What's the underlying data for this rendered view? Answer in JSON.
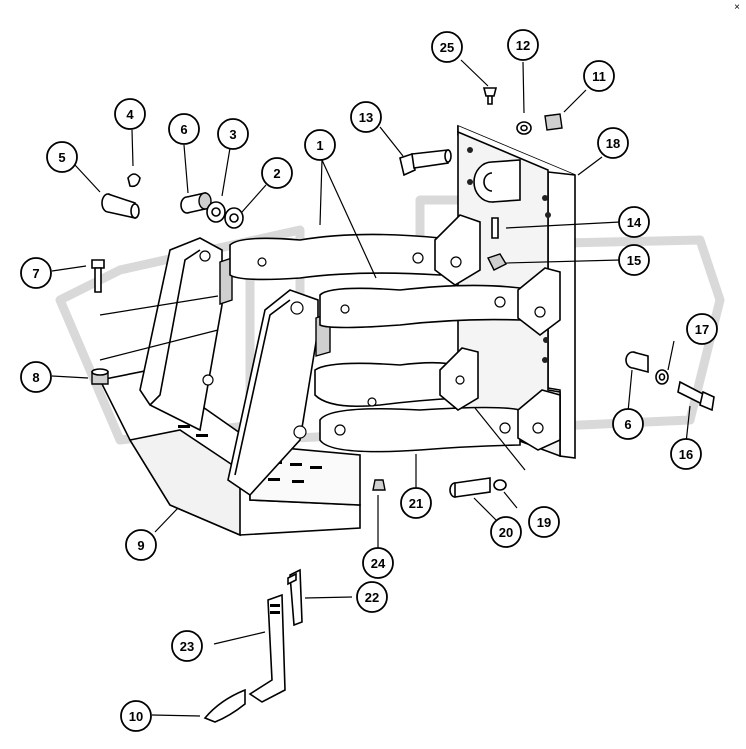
{
  "corner_mark": "×",
  "callouts": [
    {
      "id": "c1",
      "label": "1"
    },
    {
      "id": "c2",
      "label": "2"
    },
    {
      "id": "c3",
      "label": "3"
    },
    {
      "id": "c4",
      "label": "4"
    },
    {
      "id": "c5",
      "label": "5"
    },
    {
      "id": "c6a",
      "label": "6"
    },
    {
      "id": "c6b",
      "label": "6"
    },
    {
      "id": "c7",
      "label": "7"
    },
    {
      "id": "c8",
      "label": "8"
    },
    {
      "id": "c9",
      "label": "9"
    },
    {
      "id": "c10",
      "label": "10"
    },
    {
      "id": "c11",
      "label": "11"
    },
    {
      "id": "c12",
      "label": "12"
    },
    {
      "id": "c13",
      "label": "13"
    },
    {
      "id": "c14",
      "label": "14"
    },
    {
      "id": "c15",
      "label": "15"
    },
    {
      "id": "c16",
      "label": "16"
    },
    {
      "id": "c17",
      "label": "17"
    },
    {
      "id": "c18",
      "label": "18"
    },
    {
      "id": "c19",
      "label": "19"
    },
    {
      "id": "c20",
      "label": "20"
    },
    {
      "id": "c21",
      "label": "21"
    },
    {
      "id": "c22",
      "label": "22"
    },
    {
      "id": "c23",
      "label": "23"
    },
    {
      "id": "c24",
      "label": "24"
    },
    {
      "id": "c25",
      "label": "25"
    }
  ],
  "colors": {
    "line": "#000000",
    "background": "#ffffff",
    "watermark": "#d9d9d9",
    "shade": "#cfcfcf"
  }
}
